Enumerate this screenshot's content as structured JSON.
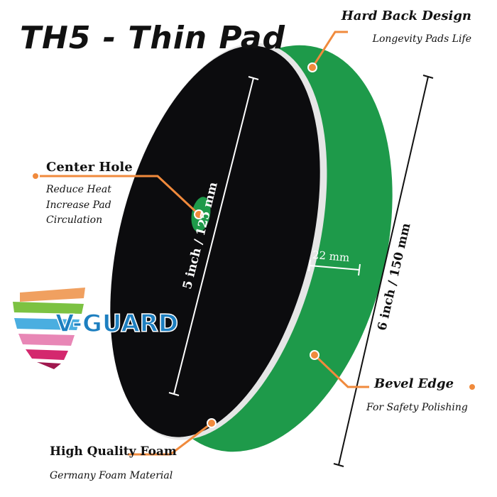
{
  "title": "TH5 - Thin Pad",
  "callouts": {
    "hard_back": {
      "heading": "Hard Back Design",
      "sub": "Longevity Pads Life"
    },
    "center_hole": {
      "heading": "Center Hole",
      "lines": [
        "Reduce Heat",
        "Increase Pad",
        "Circulation"
      ]
    },
    "bevel_edge": {
      "heading": "Bevel Edge",
      "sub": "For Safety Polishing"
    },
    "foam": {
      "heading": "High Quality Foam",
      "sub": "Germany Foam Material"
    }
  },
  "dimensions": {
    "inner": "5 inch / 125 mm",
    "outer": "6 inch / 150 mm",
    "thickness": "22 mm"
  },
  "logo": {
    "text": "V-GUARD"
  },
  "colors": {
    "pad_green": "#1e9a4a",
    "accent_orange": "#f08a3c",
    "logo_blue": "#1d7fc0"
  }
}
